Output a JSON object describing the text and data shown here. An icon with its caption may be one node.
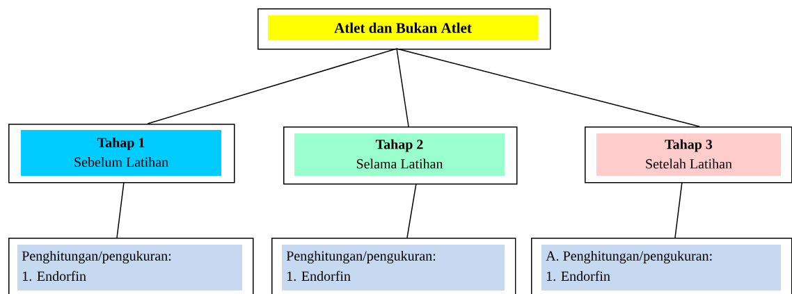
{
  "diagram": {
    "nodes": [
      {
        "text": [
          "Atlet dan Bukan Atlet"
        ]
      },
      {
        "text": [
          "Tahap 1",
          "Sebelum Latihan"
        ]
      },
      {
        "text": [
          "Tahap 2",
          "Selama Latihan"
        ]
      },
      {
        "text": [
          "Tahap 3",
          "Setelah Latihan"
        ]
      },
      {
        "text": [
          "Penghitungan/pengukuran:",
          "1.  Endorfin"
        ]
      },
      {
        "text": [
          "Penghitungan/pengukuran:",
          "1.  Endorfin"
        ]
      },
      {
        "text": [
          "A. Penghitungan/pengukuran:",
          "1.  Endorfin"
        ]
      }
    ],
    "edges": [
      {
        "from": 0,
        "to": 1,
        "arrow": "none"
      },
      {
        "from": 0,
        "to": 2,
        "arrow": "none"
      },
      {
        "from": 0,
        "to": 3,
        "arrow": "none"
      },
      {
        "from": 1,
        "to": 4,
        "arrow": "none"
      },
      {
        "from": 2,
        "to": 5,
        "arrow": "none"
      },
      {
        "from": 3,
        "to": 6,
        "arrow": "none"
      }
    ]
  }
}
